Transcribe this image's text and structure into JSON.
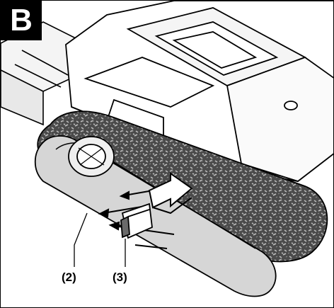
{
  "figure": {
    "label": "B",
    "callouts": [
      {
        "id": "2",
        "text": "(2)"
      },
      {
        "id": "3",
        "text": "(3)"
      }
    ]
  },
  "colors": {
    "badge_background": "#000000",
    "badge_text": "#ffffff",
    "line_art": "#000000",
    "sanding_belt_dark": "#3a3a3a",
    "sanding_belt_light": "#9a9a9a",
    "base_plate": "#d6d6d6"
  },
  "icons": [
    "sander-body",
    "sanding-belt",
    "belt-direction-arrows",
    "insert-arrow",
    "lever"
  ]
}
